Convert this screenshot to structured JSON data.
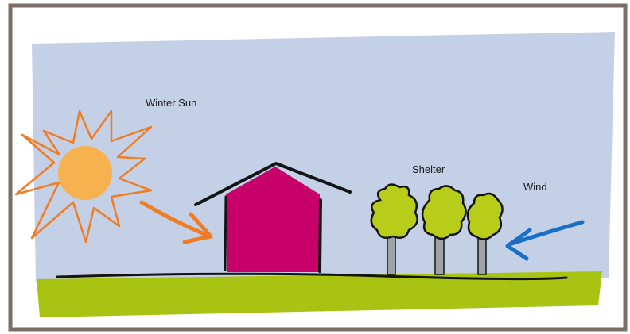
{
  "labels": {
    "sun": "Winter Sun",
    "trees": "Shelter",
    "wind": "Wind"
  },
  "colors": {
    "frame": "#7a6e66",
    "sky": "#c3d0e6",
    "ground": "#a9c312",
    "sun": "#f7b24f",
    "rays": "#ef7d26",
    "house": "#c8006a",
    "foliage": "#b8cc1a",
    "trunk": "#9fa3a8",
    "wind": "#1a6fc4",
    "ink": "#141414"
  },
  "icons": {
    "sun": "sun-icon",
    "sun_arrow": "sun-arrow-icon",
    "house": "house-icon",
    "trees": "tree-icon",
    "wind_arrow": "wind-arrow-icon"
  }
}
